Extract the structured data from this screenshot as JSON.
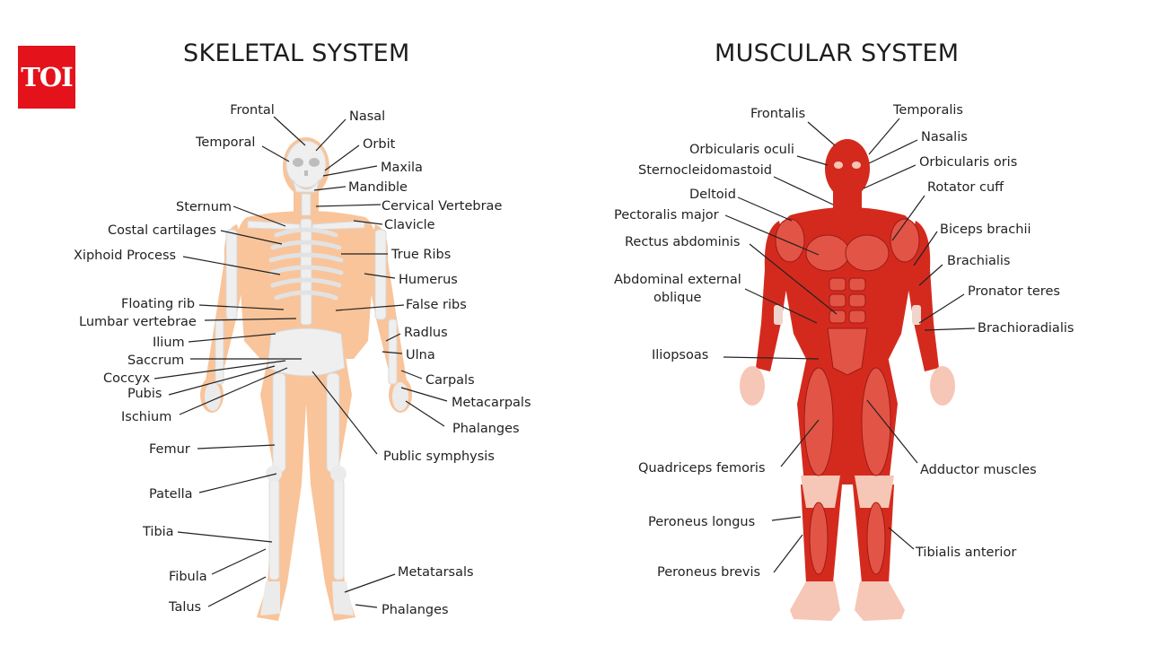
{
  "brand": {
    "logo_text": "TOI",
    "logo_color": "#e4121b"
  },
  "skeletal": {
    "title": "SKELETAL SYSTEM",
    "labels": [
      "Frontal",
      "Nasal",
      "Temporal",
      "Orbit",
      "Maxila",
      "Mandible",
      "Sternum",
      "Cervical Vertebrae",
      "Costal cartilages",
      "Clavicle",
      "Xiphoid Process",
      "True Ribs",
      "Humerus",
      "Floating rib",
      "False ribs",
      "Lumbar vertebrae",
      "Radlus",
      "Ilium",
      "Ulna",
      "Saccrum",
      "Coccyx",
      "Carpals",
      "Pubis",
      "Metacarpals",
      "Ischium",
      "Phalanges",
      "Femur",
      "Public symphysis",
      "Patella",
      "Tibia",
      "Fibula",
      "Metatarsals",
      "Talus",
      "Phalanges"
    ]
  },
  "muscular": {
    "title": "MUSCULAR SYSTEM",
    "labels": [
      "Frontalis",
      "Temporalis",
      "Orbicularis oculi",
      "Nasalis",
      "Sternocleidomastoid",
      "Orbicularis oris",
      "Deltoid",
      "Rotator cuff",
      "Pectoralis major",
      "Biceps brachii",
      "Rectus abdominis",
      "Brachialis",
      "Abdominal external",
      "oblique",
      "Pronator teres",
      "Brachioradialis",
      "Iliopsoas",
      "Quadriceps femoris",
      "Adductor muscles",
      "Peroneus longus",
      "Tibialis anterior",
      "Peroneus brevis"
    ]
  },
  "colors": {
    "skin": "#f9c49a",
    "bone": "#f2f2f2",
    "muscle": "#d42a1e",
    "muscle_dark": "#a81810",
    "muscle_light": "#e8544a",
    "tendon": "#f1d2c8"
  }
}
